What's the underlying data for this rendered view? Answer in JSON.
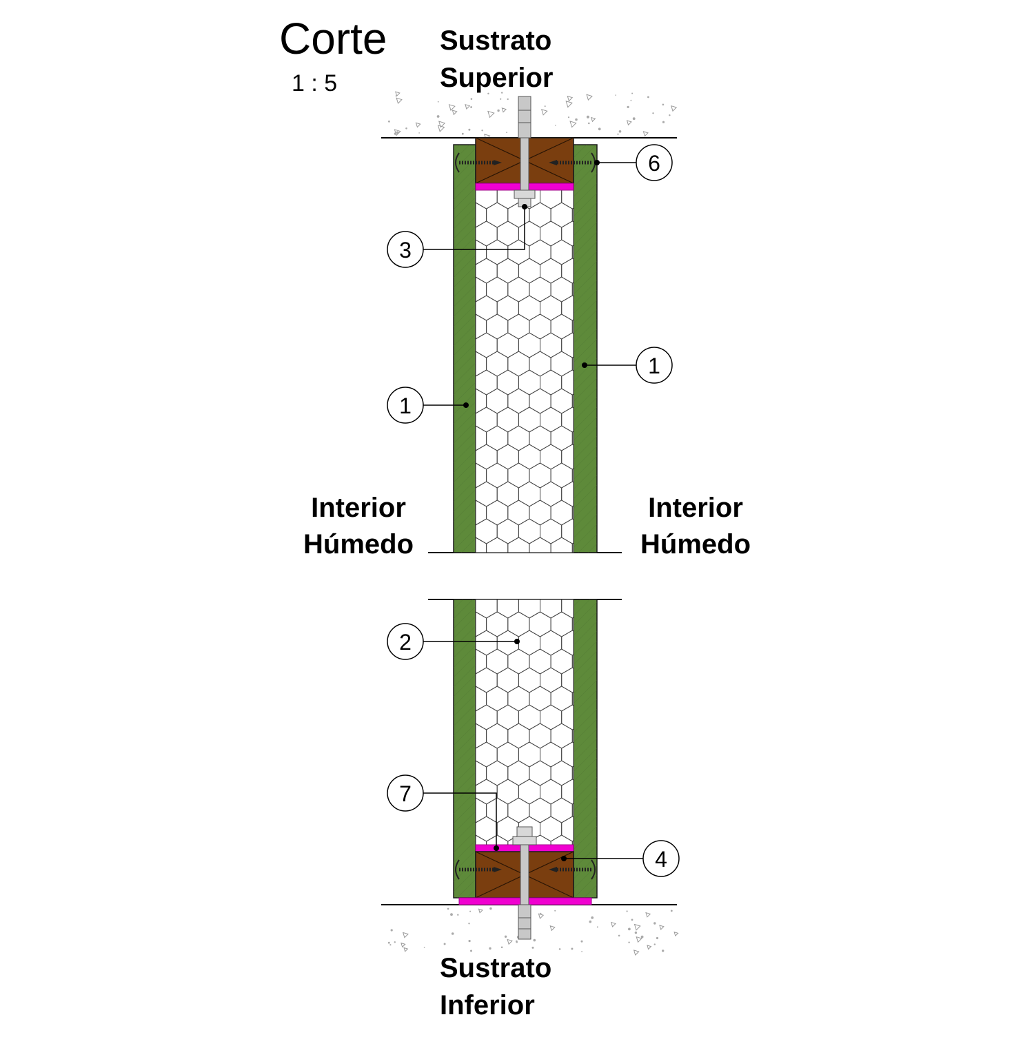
{
  "title": "Corte",
  "scale": "1 : 5",
  "labels": {
    "top_line1": "Sustrato",
    "top_line2": "Superior",
    "bottom_line1": "Sustrato",
    "bottom_line2": "Inferior",
    "left_line1": "Interior",
    "left_line2": "Húmedo",
    "right_line1": "Interior",
    "right_line2": "Húmedo"
  },
  "callouts": [
    {
      "id": "c6",
      "number": "6"
    },
    {
      "id": "c3",
      "number": "3"
    },
    {
      "id": "c1r",
      "number": "1"
    },
    {
      "id": "c1l",
      "number": "1"
    },
    {
      "id": "c2",
      "number": "2"
    },
    {
      "id": "c7",
      "number": "7"
    },
    {
      "id": "c4",
      "number": "4"
    }
  ],
  "colors": {
    "board": "#5e8a3a",
    "wood": "#7a3e0f",
    "gasket": "#f000d0",
    "core_stroke": "#555555",
    "bolt": "#c8c8c8"
  }
}
